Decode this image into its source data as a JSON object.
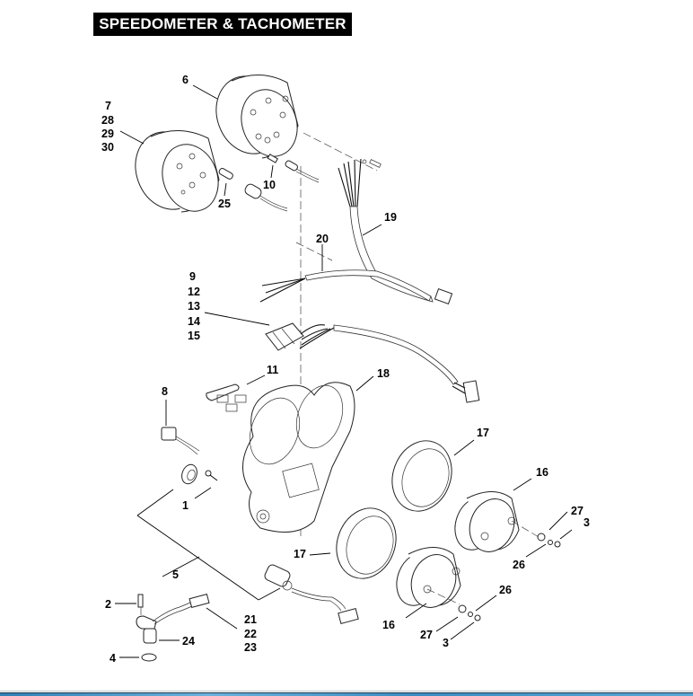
{
  "title": "SPEEDOMETER & TACHOMETER",
  "colors": {
    "title_bg": "#000000",
    "title_fg": "#ffffff",
    "footer_accent": "#3a8cc2"
  },
  "callouts": {
    "c6": "6",
    "c7": "7",
    "c28": "28",
    "c29": "29",
    "c30": "30",
    "c10": "10",
    "c25": "25",
    "c19": "19",
    "c20": "20",
    "c9": "9",
    "c12": "12",
    "c13": "13",
    "c14": "14",
    "c15": "15",
    "c11": "11",
    "c18": "18",
    "c8": "8",
    "c1": "1",
    "c17a": "17",
    "c17b": "17",
    "c16a": "16",
    "c16b": "16",
    "c27a": "27",
    "c3a": "3",
    "c26a": "26",
    "c26b": "26",
    "c27b": "27",
    "c3b": "3",
    "c5": "5",
    "c2": "2",
    "c21": "21",
    "c22": "22",
    "c23": "23",
    "c24": "24",
    "c4": "4"
  },
  "parts": [
    {
      "ref": "tachometer",
      "callouts": [
        "6"
      ]
    },
    {
      "ref": "speedometer",
      "callouts": [
        "7",
        "28",
        "29",
        "30"
      ]
    },
    {
      "ref": "indicator-bulb",
      "callouts": [
        "10"
      ]
    },
    {
      "ref": "bulb-socket",
      "callouts": [
        "25"
      ]
    },
    {
      "ref": "tachometer-harness",
      "callouts": [
        "19"
      ]
    },
    {
      "ref": "speedometer-harness",
      "callouts": [
        "20"
      ]
    },
    {
      "ref": "connector",
      "callouts": [
        "9",
        "12",
        "13",
        "14",
        "15"
      ]
    },
    {
      "ref": "lamp-holder",
      "callouts": [
        "11"
      ]
    },
    {
      "ref": "gauge-housing",
      "callouts": [
        "18"
      ]
    },
    {
      "ref": "indicator-lamp",
      "callouts": [
        "8"
      ]
    },
    {
      "ref": "screw",
      "callouts": [
        "1"
      ]
    },
    {
      "ref": "trim-ring",
      "callouts": [
        "17"
      ]
    },
    {
      "ref": "gauge-cup",
      "callouts": [
        "16"
      ]
    },
    {
      "ref": "washer",
      "callouts": [
        "27"
      ]
    },
    {
      "ref": "nut",
      "callouts": [
        "3"
      ]
    },
    {
      "ref": "lock-washer",
      "callouts": [
        "26"
      ]
    },
    {
      "ref": "switch-kit",
      "callouts": [
        "5"
      ]
    },
    {
      "ref": "sensor-screw",
      "callouts": [
        "2"
      ]
    },
    {
      "ref": "speed-sensor",
      "callouts": [
        "21",
        "22",
        "23"
      ]
    },
    {
      "ref": "sensor-body",
      "callouts": [
        "24"
      ]
    },
    {
      "ref": "o-ring",
      "callouts": [
        "4"
      ]
    }
  ]
}
